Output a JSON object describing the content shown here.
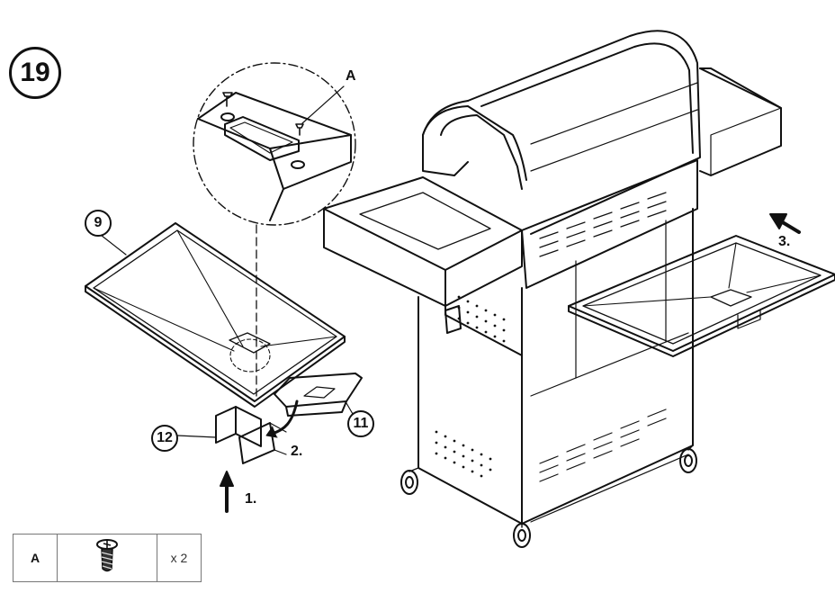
{
  "step": {
    "number": "19"
  },
  "detail": {
    "hardware_label": "A"
  },
  "parts": [
    {
      "id": "9"
    },
    {
      "id": "11"
    },
    {
      "id": "12"
    }
  ],
  "actions": [
    {
      "label": "1."
    },
    {
      "label": "2."
    },
    {
      "label": "3."
    }
  ],
  "hardware_table": {
    "label": "A",
    "icon": "screw-icon",
    "quantity": "x 2"
  }
}
